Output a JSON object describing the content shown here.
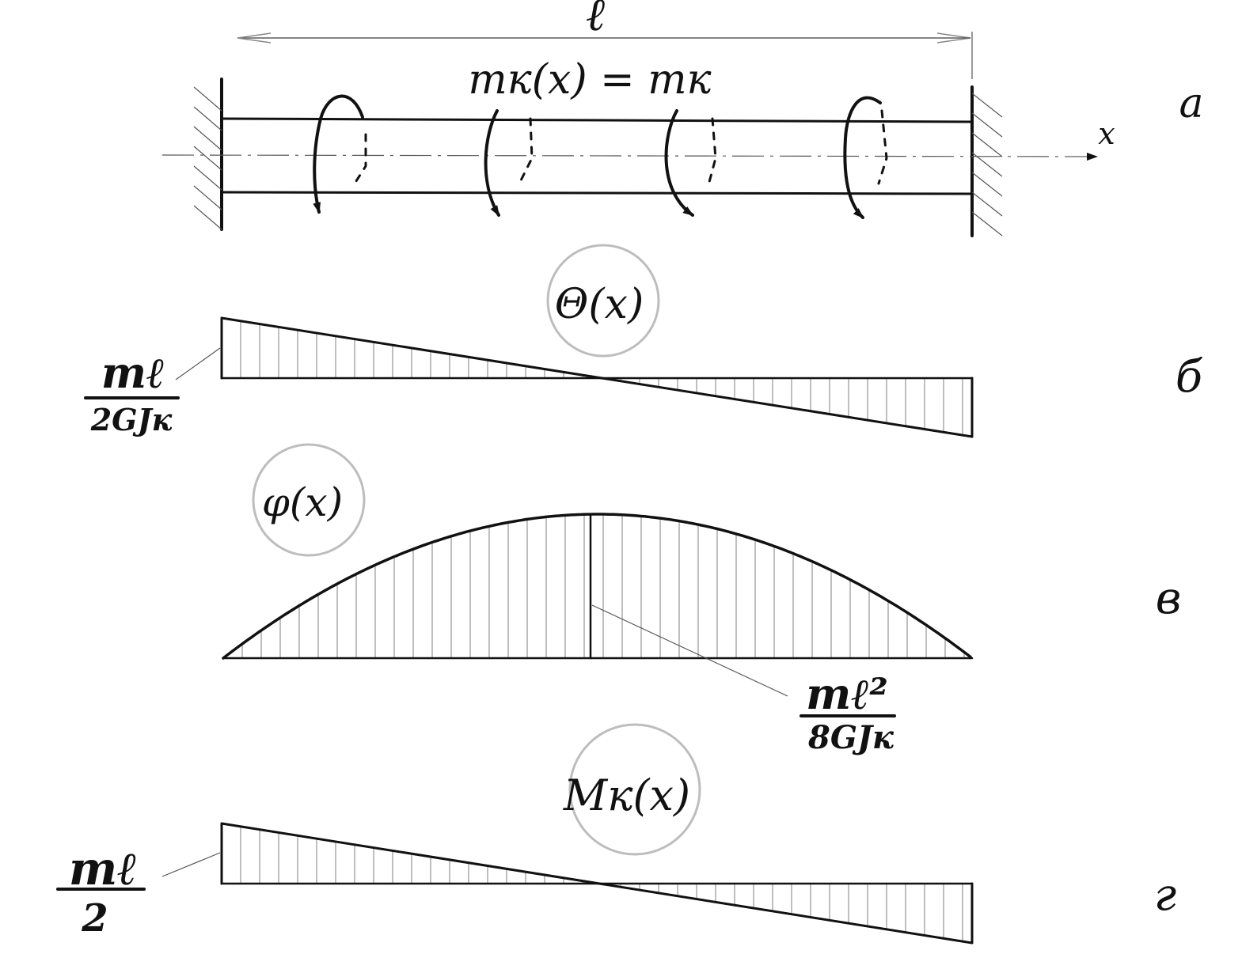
{
  "panels": {
    "a": {
      "label": "a",
      "length_label": "ℓ",
      "axis_label": "x",
      "load_label": "mк(x) = mк",
      "twist_arrow_count": 4
    },
    "b": {
      "label": "б",
      "function_label": "Θ(x)",
      "end_value": {
        "numerator": "mℓ",
        "denominator": "2GJк"
      },
      "diagram": "linear, positive at left end, zero at midspan, negative at right end"
    },
    "v": {
      "label": "в",
      "function_label": "φ(x)",
      "peak_value": {
        "numerator": "mℓ²",
        "denominator": "8GJк"
      },
      "diagram": "parabola, zero at both ends, maximum at midspan"
    },
    "g": {
      "label": "г",
      "function_label": "Mк(x)",
      "end_value": {
        "numerator": "mℓ",
        "denominator": "2"
      },
      "diagram": "linear, positive at left end, zero at midspan, negative at right end"
    }
  },
  "colors": {
    "ink": "#111111",
    "hatch": "#8a8a8a",
    "circle": "#bdbdbd",
    "background": "#ffffff"
  }
}
